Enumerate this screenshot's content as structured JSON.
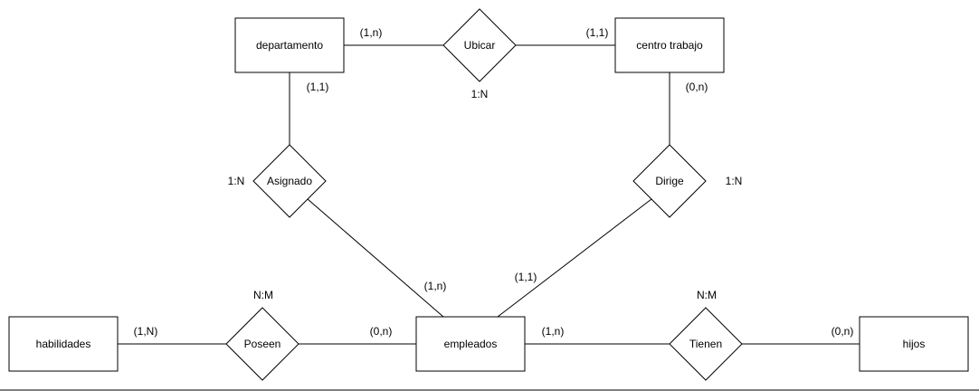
{
  "entities": [
    {
      "id": "departamento",
      "label": "departamento"
    },
    {
      "id": "centro",
      "label": "centro trabajo"
    },
    {
      "id": "empleados",
      "label": "empleados"
    },
    {
      "id": "habilidades",
      "label": "habilidades"
    },
    {
      "id": "hijos",
      "label": "hijos"
    }
  ],
  "relationships": [
    {
      "id": "ubicar",
      "label": "Ubicar",
      "ratio": "1:N"
    },
    {
      "id": "asignado",
      "label": "Asignado",
      "ratio": "1:N"
    },
    {
      "id": "dirige",
      "label": "Dirige",
      "ratio": "1:N"
    },
    {
      "id": "poseen",
      "label": "Poseen",
      "ratio": "N:M"
    },
    {
      "id": "tienen",
      "label": "Tienen",
      "ratio": "N:M"
    }
  ],
  "connections": [
    {
      "id": "dep-ubicar",
      "from": "departamento",
      "to": "ubicar",
      "cardinality": "(1,n)"
    },
    {
      "id": "ubicar-centro",
      "from": "ubicar",
      "to": "centro",
      "cardinality": "(1,1)"
    },
    {
      "id": "dep-asignado",
      "from": "departamento",
      "to": "asignado",
      "cardinality": "(1,1)"
    },
    {
      "id": "asignado-emp",
      "from": "asignado",
      "to": "empleados",
      "cardinality": "(1,n)"
    },
    {
      "id": "centro-dirige",
      "from": "centro",
      "to": "dirige",
      "cardinality": "(0,n)"
    },
    {
      "id": "dirige-emp",
      "from": "dirige",
      "to": "empleados",
      "cardinality": "(1,1)"
    },
    {
      "id": "hab-poseen",
      "from": "habilidades",
      "to": "poseen",
      "cardinality": "(1,N)"
    },
    {
      "id": "poseen-emp",
      "from": "poseen",
      "to": "empleados",
      "cardinality": "(0,n)"
    },
    {
      "id": "emp-tienen",
      "from": "empleados",
      "to": "tienen",
      "cardinality": "(1,n)"
    },
    {
      "id": "tienen-hijos",
      "from": "tienen",
      "to": "hijos",
      "cardinality": "(0,n)"
    }
  ]
}
